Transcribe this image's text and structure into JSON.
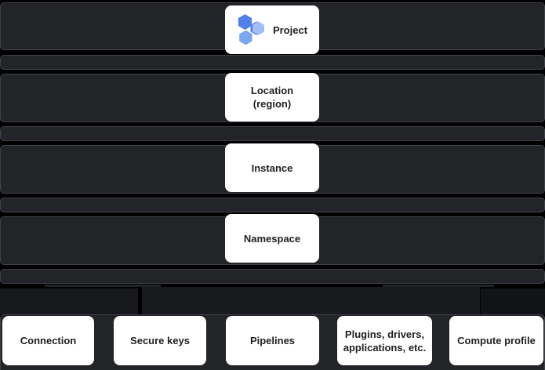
{
  "diagram": {
    "levels": [
      {
        "id": "project",
        "label": "Project",
        "icon": "data-fusion-hexagons-icon"
      },
      {
        "id": "location",
        "label": "Location (region)"
      },
      {
        "id": "instance",
        "label": "Instance"
      },
      {
        "id": "namespace",
        "label": "Namespace"
      }
    ],
    "namespace_children": [
      {
        "id": "connection",
        "label": "Connection"
      },
      {
        "id": "secure-keys",
        "label": "Secure keys"
      },
      {
        "id": "pipelines",
        "label": "Pipelines"
      },
      {
        "id": "plugins",
        "label": "Plugins, drivers, applications, etc."
      },
      {
        "id": "compute-profile",
        "label": "Compute profile"
      }
    ],
    "colors": {
      "background": "#000000",
      "band_fill": "#222428",
      "band_border": "#3e4148",
      "node_fill": "#ffffff",
      "node_text": "#202124",
      "icon_blue": "#5181e8",
      "icon_blue_dark": "#4a7ae4",
      "icon_blue_light": "#a2bcf4",
      "icon_blue_mid": "#7da6f0"
    }
  }
}
